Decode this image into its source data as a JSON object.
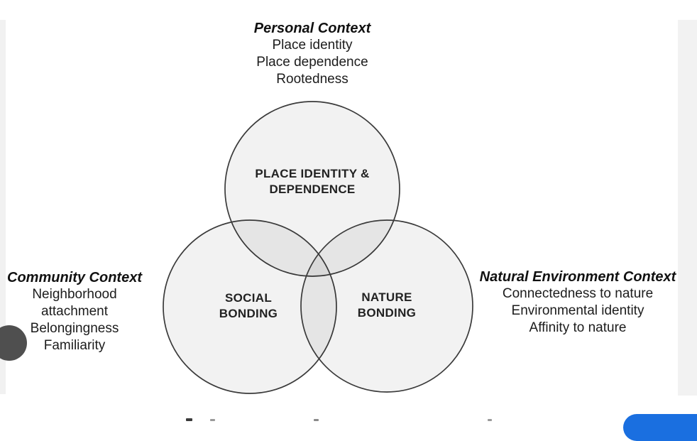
{
  "window": {
    "background": "#ffffff",
    "left_gutter_color": "#f1f1f1",
    "right_gutter_color": "#f2f2f2"
  },
  "overlay": {
    "side_button_color": "#4f4f4f",
    "primary_button_color": "#1a6fe0"
  },
  "diagram": {
    "type": "venn",
    "stroke_color": "#3a3a3a",
    "fill_color": "#f2f2f2",
    "overlap_color": "#e9e9e9",
    "contexts": {
      "personal": {
        "title": "Personal Context",
        "items": [
          "Place identity",
          "Place dependence",
          "Rootedness"
        ]
      },
      "community": {
        "title": "Community Context",
        "items": [
          "Neighborhood attachment",
          "Belongingness",
          "Familiarity"
        ]
      },
      "natural": {
        "title": "Natural Environment Context",
        "items": [
          "Connectedness to nature",
          "Environmental identity",
          "Affinity to nature"
        ]
      }
    },
    "circles": {
      "top": "PLACE IDENTITY & DEPENDENCE",
      "left": "SOCIAL BONDING",
      "right": "NATURE BONDING"
    }
  }
}
